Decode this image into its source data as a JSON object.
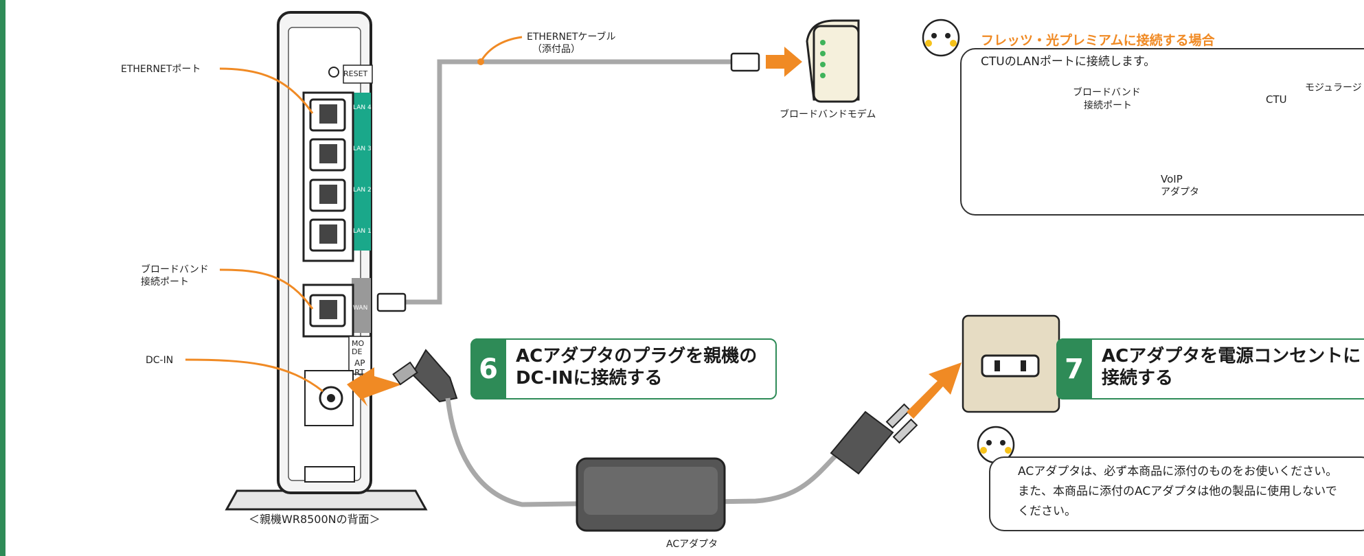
{
  "router": {
    "reset_label": "RESET",
    "lan_ports": [
      "LAN 4",
      "LAN 3",
      "LAN 2",
      "LAN 1"
    ],
    "wan_label": "WAN",
    "mode_label": "MO DE",
    "ap_label": "AP",
    "rt_label": "RT",
    "caption": "＜親機WR8500Nの背面＞"
  },
  "labels": {
    "ethernet_port": "ETHERNETポート",
    "broadband_port_line1": "ブロードバンド",
    "broadband_port_line2": "接続ポート",
    "dc_in": "DC-IN",
    "ethernet_cable_line1": "ETHERNETケーブル",
    "ethernet_cable_line2": "（添付品）",
    "broadband_modem": "ブロードバンドモデム",
    "ac_adapter": "ACアダプタ"
  },
  "steps": [
    {
      "number": "6",
      "line1": "ACアダプタのプラグを親機の",
      "line2": "DC-INに接続する"
    },
    {
      "number": "7",
      "line1": "ACアダプタを電源コンセントに",
      "line2": "接続する"
    }
  ],
  "flets_note": {
    "title": "フレッツ・光プレミアムに接続する場合",
    "subtitle": "CTUのLANポートに接続します。",
    "broadband_line1": "ブロードバンド",
    "broadband_line2": "接続ポート",
    "ctu": "CTU",
    "modular": "モジュラージ",
    "voip_line1": "VoIP",
    "voip_line2": "アダプタ"
  },
  "ac_note": {
    "line1": "ACアダプタは、必ず本商品に添付のものをお使いください。",
    "line2": "また、本商品に添付のACアダプタは他の製品に使用しないで",
    "line3": "ください。"
  },
  "colors": {
    "accent_green": "#2e8b57",
    "port_teal": "#1aa88a",
    "arrow_orange": "#f08a24",
    "line_blue": "#2a9fd6",
    "cable_gray": "#a8a8a8"
  }
}
